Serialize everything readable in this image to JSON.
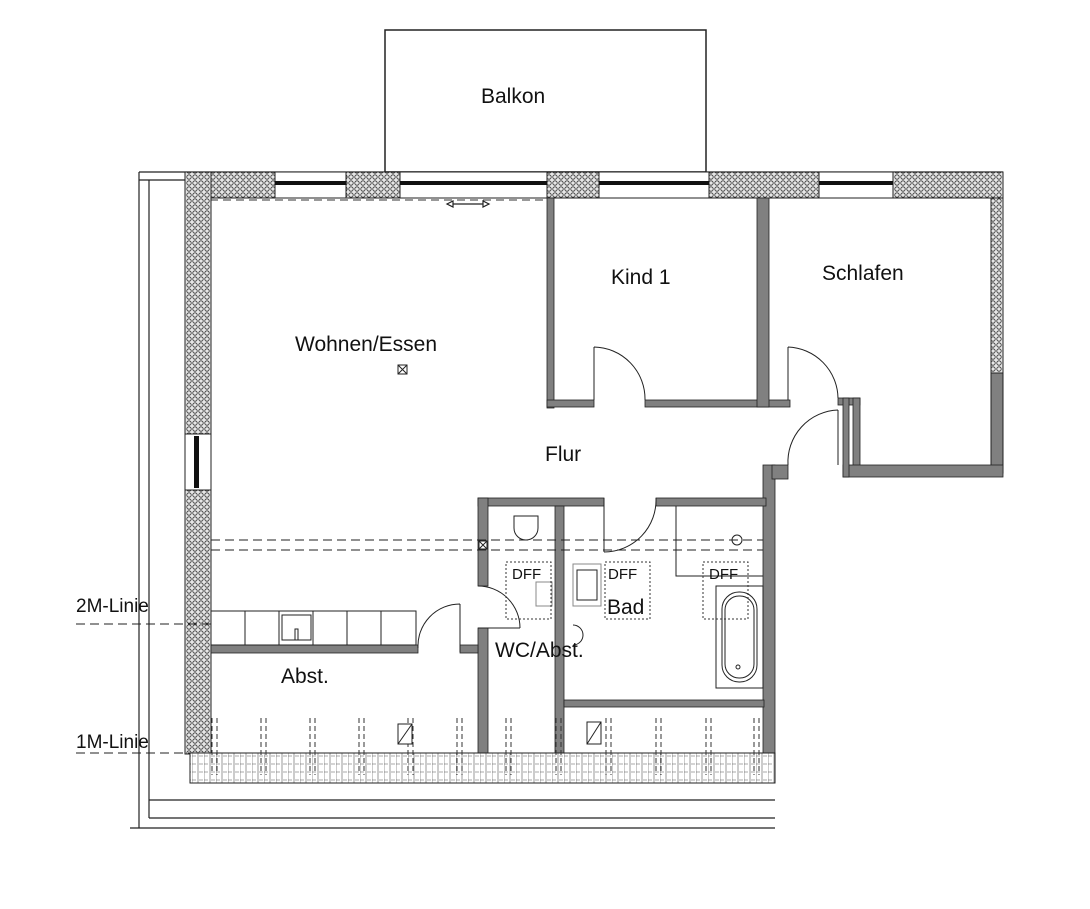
{
  "plan": {
    "rooms": [
      {
        "id": "balkon",
        "label": "Balkon"
      },
      {
        "id": "wohnen",
        "label": "Wohnen/Essen"
      },
      {
        "id": "kind1",
        "label": "Kind 1"
      },
      {
        "id": "schlafen",
        "label": "Schlafen"
      },
      {
        "id": "flur",
        "label": "Flur"
      },
      {
        "id": "bad",
        "label": "Bad"
      },
      {
        "id": "wc",
        "label": "WC/Abst."
      },
      {
        "id": "abst",
        "label": "Abst."
      }
    ],
    "skylights": [
      {
        "id": "dff1",
        "label": "DFF"
      },
      {
        "id": "dff2",
        "label": "DFF"
      },
      {
        "id": "dff3",
        "label": "DFF"
      }
    ],
    "height_lines": [
      {
        "id": "2m",
        "label": "2M-Linie"
      },
      {
        "id": "1m",
        "label": "1M-Linie"
      }
    ],
    "colors": {
      "wall": "#808080",
      "outline": "#222222",
      "insulation_bg": "#d8d8d8"
    }
  }
}
